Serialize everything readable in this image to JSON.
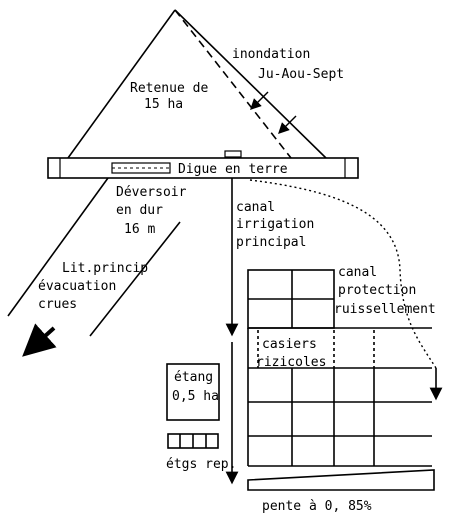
{
  "labels": {
    "inondation": "inondation",
    "ju_aou_sept": "Ju-Aou-Sept",
    "retenue_1": "Retenue de",
    "retenue_2": "15 ha",
    "digue": "Digue en terre",
    "deversoir_1": "Déversoir",
    "deversoir_2": "en dur",
    "deversoir_3": "16 m",
    "canal_irr_1": "canal",
    "canal_irr_2": "irrigation",
    "canal_irr_3": "principal",
    "lit_1": "Lit.princip",
    "lit_2": "évacuation",
    "lit_3": "crues",
    "canal_prot_1": "canal",
    "canal_prot_2": "protection",
    "canal_prot_3": "ruissellement",
    "casiers_1": "casiers",
    "casiers_2": "rizicoles",
    "etang_1": "étang",
    "etang_2": "0,5 ha",
    "etgs_rep": "étgs rep.",
    "pente": "pente à 0, 85%"
  }
}
